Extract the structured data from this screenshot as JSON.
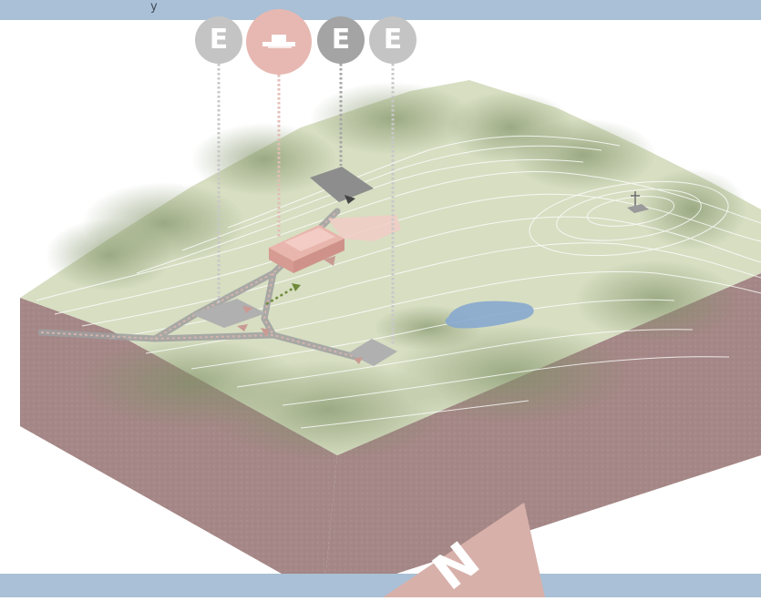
{
  "header": {
    "text_fragment": "y"
  },
  "markers": [
    {
      "letter": "E",
      "icon": "evacuation-marker",
      "color": "#c4c4c4"
    },
    {
      "letter": "",
      "icon": "building-marker",
      "color": "#e7b8b2"
    },
    {
      "letter": "E",
      "icon": "evacuation-marker",
      "color": "#a4a4a4"
    },
    {
      "letter": "E",
      "icon": "evacuation-marker",
      "color": "#c4c4c4"
    }
  ],
  "north_arrow": {
    "label": "N",
    "color": "#d8b0aa"
  },
  "colors": {
    "band": "#a9c0d6",
    "terrain_top": "#d7dec2",
    "soil": "#a48786",
    "building": "#e9b6ad",
    "pond": "#87a8cf",
    "vegetation": "#8f9e74"
  }
}
